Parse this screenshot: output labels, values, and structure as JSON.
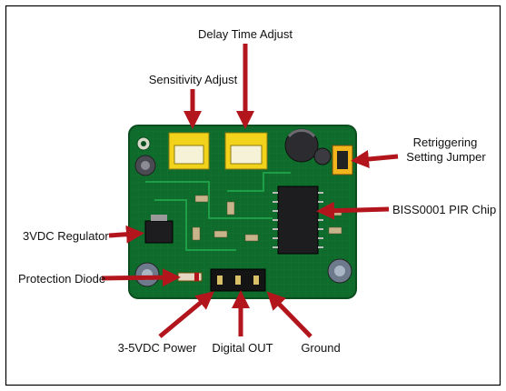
{
  "labels": {
    "delay": "Delay Time Adjust",
    "sensitivity": "Sensitivity Adjust",
    "retrigger_line1": "Retriggering",
    "retrigger_line2": "Setting  Jumper",
    "pir_chip": "BISS0001 PIR Chip",
    "regulator": "3VDC Regulator",
    "diode": "Protection Diode",
    "power": "3-5VDC Power",
    "digital_out": "Digital OUT",
    "ground": "Ground"
  },
  "colors": {
    "arrow": "#b3151c",
    "board": "#0f6b2c",
    "board_dark": "#0a4d1f",
    "pot": "#f2d21b",
    "background": "#ffffff",
    "border": "#000000"
  },
  "icons": [
    "pir-sensor-board-image",
    "arrow-icon"
  ]
}
